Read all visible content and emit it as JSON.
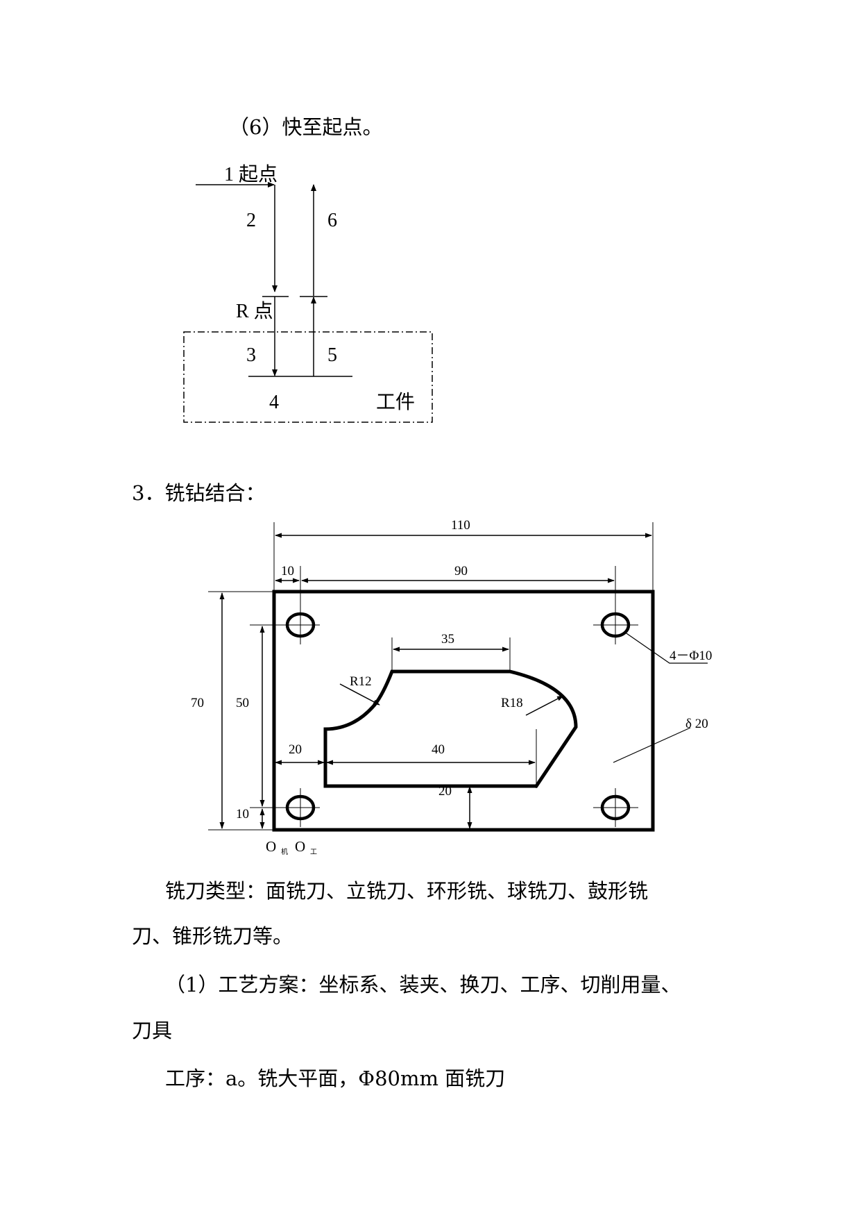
{
  "step_title": "（6）快至起点。",
  "cycle_diagram": {
    "start_label": "1  起点",
    "label_2": "2",
    "label_6": "6",
    "r_point_label": "R 点",
    "label_3": "3",
    "label_5": "5",
    "label_4": "4",
    "workpiece_label": "工件"
  },
  "section_heading": "3．铣钻结合：",
  "part_drawing": {
    "dim_110": "110",
    "dim_10_top": "10",
    "dim_90": "90",
    "dim_35": "35",
    "radius_r12": "R12",
    "radius_r18": "R18",
    "holes_note": "4－Φ10",
    "dim_70": "70",
    "dim_50": "50",
    "thickness_note": "δ 20",
    "dim_20_left": "20",
    "dim_40": "40",
    "dim_20_bottom": "20",
    "dim_10_bottom": "10",
    "origin_machine": "O",
    "origin_machine_sub": "机",
    "origin_work": "O",
    "origin_work_sub": "工"
  },
  "paragraphs": {
    "cutter_types_line1": "铣刀类型：面铣刀、立铣刀、环形铣、球铣刀、鼓形铣",
    "cutter_types_line2": "刀、锥形铣刀等。",
    "process_plan_line1": "（1）工艺方案：坐标系、装夹、换刀、工序、切削用量、",
    "process_plan_line2": "刀具",
    "operation_a": "工序：a。铣大平面，Φ80mm 面铣刀"
  }
}
